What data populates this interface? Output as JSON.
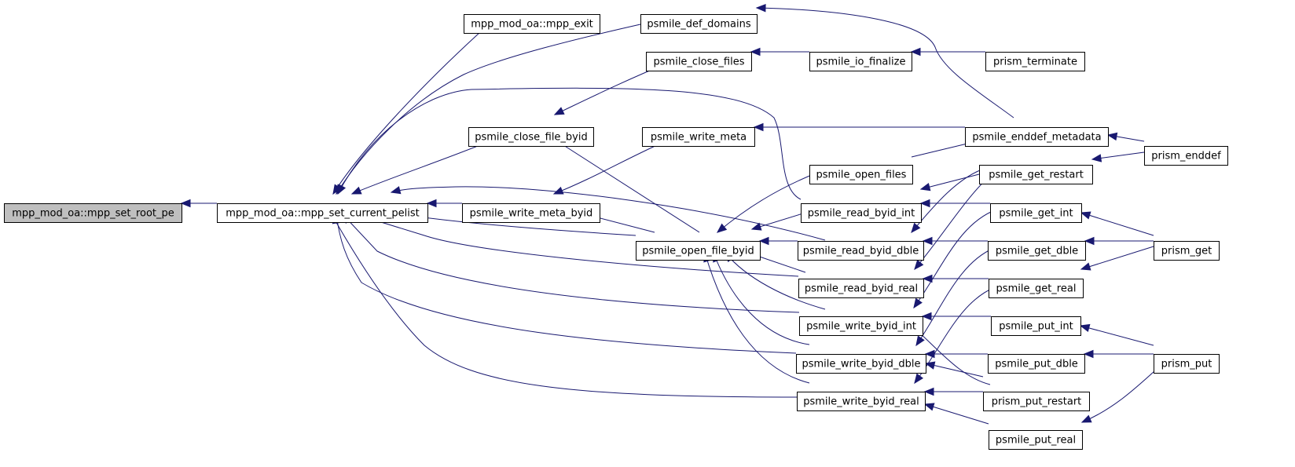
{
  "colors": {
    "edge": "#191970",
    "node_fill": "#ffffff",
    "node_fill_highlight": "#bfbfbf",
    "node_border": "#000000"
  },
  "nodes": [
    {
      "id": "set_root_pe",
      "label": "mpp_mod_oa::mpp_set_root_pe",
      "highlight": true
    },
    {
      "id": "set_current_pelist",
      "label": "mpp_mod_oa::mpp_set_current_pelist"
    },
    {
      "id": "mpp_exit",
      "label": "mpp_mod_oa::mpp_exit"
    },
    {
      "id": "def_domains",
      "label": "psmile_def_domains"
    },
    {
      "id": "close_files",
      "label": "psmile_close_files"
    },
    {
      "id": "io_finalize",
      "label": "psmile_io_finalize"
    },
    {
      "id": "prism_terminate",
      "label": "prism_terminate"
    },
    {
      "id": "close_file_byid",
      "label": "psmile_close_file_byid"
    },
    {
      "id": "write_meta",
      "label": "psmile_write_meta"
    },
    {
      "id": "enddef_metadata",
      "label": "psmile_enddef_metadata"
    },
    {
      "id": "prism_enddef",
      "label": "prism_enddef"
    },
    {
      "id": "open_files",
      "label": "psmile_open_files"
    },
    {
      "id": "get_restart",
      "label": "psmile_get_restart"
    },
    {
      "id": "write_meta_byid",
      "label": "psmile_write_meta_byid"
    },
    {
      "id": "read_byid_int",
      "label": "psmile_read_byid_int"
    },
    {
      "id": "get_int",
      "label": "psmile_get_int"
    },
    {
      "id": "open_file_byid",
      "label": "psmile_open_file_byid"
    },
    {
      "id": "read_byid_dble",
      "label": "psmile_read_byid_dble"
    },
    {
      "id": "get_dble",
      "label": "psmile_get_dble"
    },
    {
      "id": "prism_get",
      "label": "prism_get"
    },
    {
      "id": "read_byid_real",
      "label": "psmile_read_byid_real"
    },
    {
      "id": "get_real",
      "label": "psmile_get_real"
    },
    {
      "id": "write_byid_int",
      "label": "psmile_write_byid_int"
    },
    {
      "id": "put_int",
      "label": "psmile_put_int"
    },
    {
      "id": "write_byid_dble",
      "label": "psmile_write_byid_dble"
    },
    {
      "id": "put_dble",
      "label": "psmile_put_dble"
    },
    {
      "id": "prism_put",
      "label": "prism_put"
    },
    {
      "id": "write_byid_real",
      "label": "psmile_write_byid_real"
    },
    {
      "id": "prism_put_restart",
      "label": "prism_put_restart"
    },
    {
      "id": "put_real",
      "label": "psmile_put_real"
    }
  ],
  "edges": [
    {
      "from": "set_current_pelist",
      "to": "set_root_pe"
    },
    {
      "from": "mpp_exit",
      "to": "set_current_pelist"
    },
    {
      "from": "def_domains",
      "to": "set_current_pelist"
    },
    {
      "from": "close_file_byid",
      "to": "set_current_pelist"
    },
    {
      "from": "write_meta_byid",
      "to": "set_current_pelist"
    },
    {
      "from": "open_file_byid",
      "to": "set_current_pelist"
    },
    {
      "from": "read_byid_int",
      "to": "set_current_pelist"
    },
    {
      "from": "read_byid_dble",
      "to": "set_current_pelist"
    },
    {
      "from": "read_byid_real",
      "to": "set_current_pelist"
    },
    {
      "from": "write_byid_int",
      "to": "set_current_pelist"
    },
    {
      "from": "write_byid_dble",
      "to": "set_current_pelist"
    },
    {
      "from": "write_byid_real",
      "to": "set_current_pelist"
    },
    {
      "from": "enddef_metadata",
      "to": "def_domains"
    },
    {
      "from": "io_finalize",
      "to": "close_files"
    },
    {
      "from": "prism_terminate",
      "to": "io_finalize"
    },
    {
      "from": "close_files",
      "to": "close_file_byid"
    },
    {
      "from": "open_file_byid",
      "to": "close_file_byid"
    },
    {
      "from": "enddef_metadata",
      "to": "write_meta"
    },
    {
      "from": "write_meta",
      "to": "write_meta_byid"
    },
    {
      "from": "open_file_byid",
      "to": "write_meta_byid"
    },
    {
      "from": "prism_enddef",
      "to": "enddef_metadata"
    },
    {
      "from": "open_files",
      "to": "enddef_metadata"
    },
    {
      "from": "open_files",
      "to": "open_file_byid"
    },
    {
      "from": "prism_enddef",
      "to": "get_restart"
    },
    {
      "from": "get_restart",
      "to": "read_byid_int"
    },
    {
      "from": "get_int",
      "to": "read_byid_int"
    },
    {
      "from": "read_byid_int",
      "to": "open_file_byid"
    },
    {
      "from": "read_byid_dble",
      "to": "open_file_byid"
    },
    {
      "from": "read_byid_real",
      "to": "open_file_byid"
    },
    {
      "from": "write_byid_int",
      "to": "open_file_byid"
    },
    {
      "from": "write_byid_dble",
      "to": "open_file_byid"
    },
    {
      "from": "write_byid_real",
      "to": "open_file_byid"
    },
    {
      "from": "get_restart",
      "to": "read_byid_dble"
    },
    {
      "from": "get_dble",
      "to": "read_byid_dble"
    },
    {
      "from": "get_restart",
      "to": "read_byid_real"
    },
    {
      "from": "get_real",
      "to": "read_byid_real"
    },
    {
      "from": "prism_get",
      "to": "get_int"
    },
    {
      "from": "prism_get",
      "to": "get_dble"
    },
    {
      "from": "prism_get",
      "to": "get_real"
    },
    {
      "from": "get_int",
      "to": "write_byid_int"
    },
    {
      "from": "put_int",
      "to": "write_byid_int"
    },
    {
      "from": "prism_put_restart",
      "to": "write_byid_int"
    },
    {
      "from": "get_dble",
      "to": "write_byid_dble"
    },
    {
      "from": "put_dble",
      "to": "write_byid_dble"
    },
    {
      "from": "prism_put_restart",
      "to": "write_byid_dble"
    },
    {
      "from": "get_real",
      "to": "write_byid_real"
    },
    {
      "from": "prism_put_restart",
      "to": "write_byid_real"
    },
    {
      "from": "put_real",
      "to": "write_byid_real"
    },
    {
      "from": "prism_put",
      "to": "put_int"
    },
    {
      "from": "prism_put",
      "to": "put_dble"
    },
    {
      "from": "prism_put",
      "to": "put_real"
    }
  ]
}
